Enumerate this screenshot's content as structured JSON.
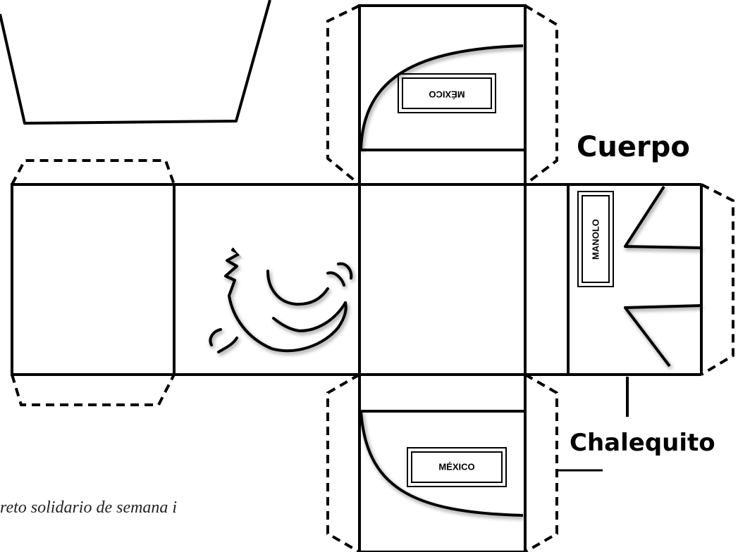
{
  "labels": {
    "body_label": "Cuerpo",
    "vest_label": "Chalequito",
    "caption": "reto solidario de semana i"
  },
  "plates": {
    "top_plate": "MÉXICO",
    "bottom_plate": "MÉXICO",
    "name_plate": "MANOLO"
  },
  "colors": {
    "line": "#000000",
    "background": "#ffffff"
  }
}
